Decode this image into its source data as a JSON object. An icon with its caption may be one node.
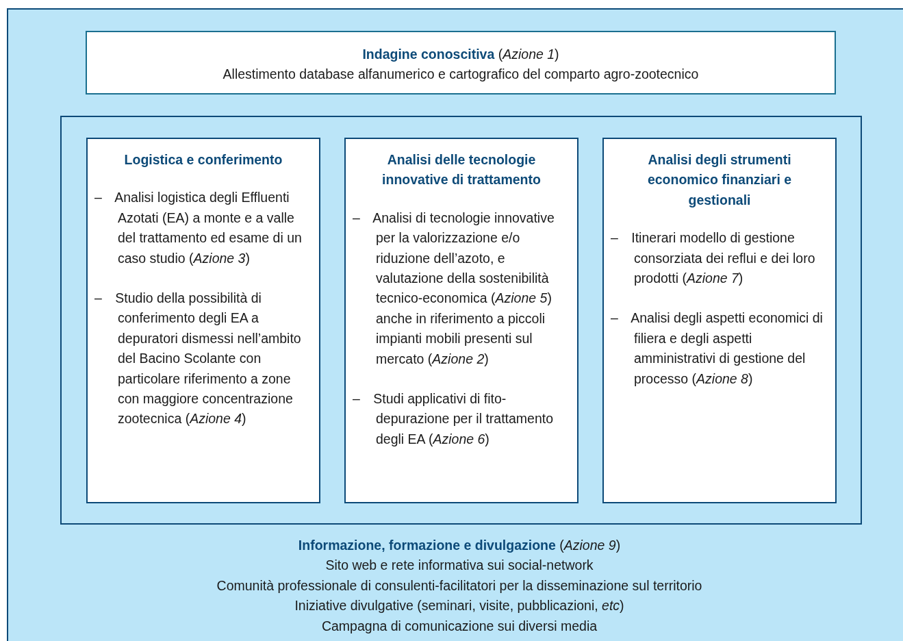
{
  "diagram": {
    "nodes": [
      {
        "text": [
          "**Informazione, formazione e divulgazione** (*Azione 9*)",
          "Sito web e rete informativa sui social-network",
          "Comunità professionale di consulenti-facilitatori per la disseminazione sul territorio",
          "Iniziative divulgative (seminari, visite, pubblicazioni, *etc*)",
          "Campagna di comunicazione sui diversi media"
        ]
      },
      {
        "text": [
          "**Indagine conoscitiva** (*Azione 1*)",
          "Allestimento database alfanumerico e cartografico del comparto agro-zootecnico"
        ],
        "in": 0
      },
      {
        "text": [],
        "shape": "box",
        "in": 0
      },
      {
        "text": [
          "Logistica e conferimento",
          "– Analisi logistica degli Effluenti Azotati (EA) a monte e a valle del trattamento ed esame di un caso studio (*Azione 3*)",
          "– Studio della possibilità di conferimento degli EA a depuratori dismessi nell’ambito del Bacino Scolante con particolare riferimento a zone con maggiore concentrazione zootecnica (*Azione 4*)"
        ],
        "in": 2
      },
      {
        "text": [
          "Analisi delle tecnologie innovative di trattamento",
          "– Analisi di tecnologie innovative per la valorizzazione e/o riduzione dell’azoto, e valutazione della sostenibilità tecnico-economica (*Azione 5*) anche in riferimento a piccoli impianti mobili presenti sul mercato (*Azione 2*)",
          "– Studi applicativi di fito-depurazione per il trattamento degli EA (*Azione 6*)"
        ],
        "in": 2
      },
      {
        "text": [
          "Analisi degli strumenti economico finanziari e gestionali",
          "– Itinerari modello di gestione consorziata dei reflui e dei loro prodotti (*Azione 7*)",
          "– Analisi degli aspetti economici di filiera e degli aspetti amministrativi di gestione del processo (*Azione 8*)"
        ],
        "in": 2
      }
    ]
  }
}
